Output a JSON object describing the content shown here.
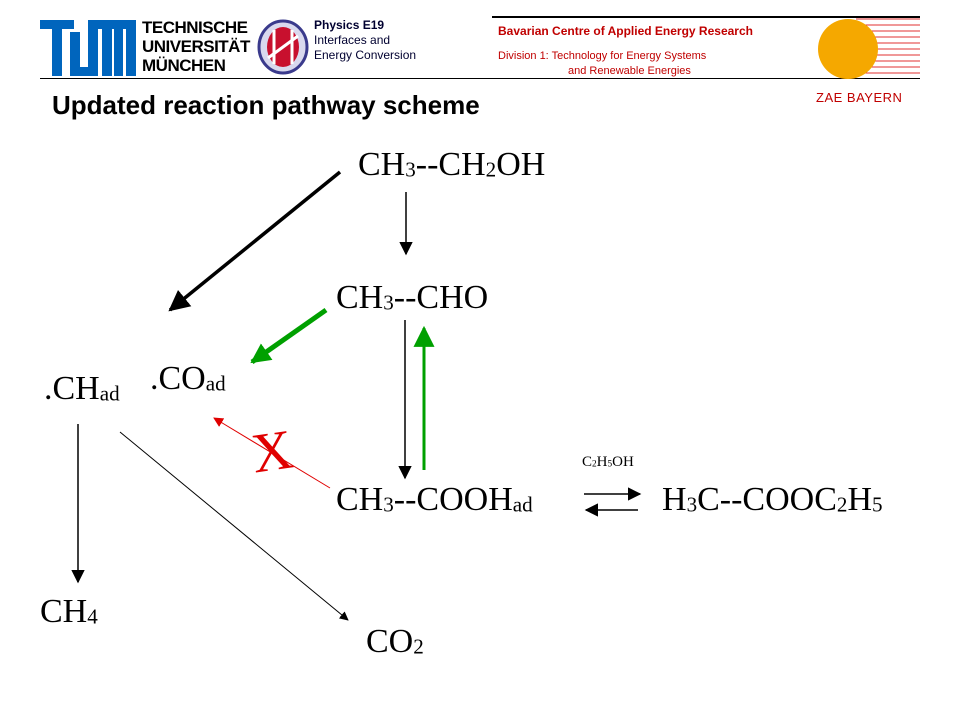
{
  "header": {
    "tum_logo_text": "TUM",
    "uni_line1": "TECHNISCHE",
    "uni_line2": "UNIVERSITÄT",
    "uni_line3": "MÜNCHEN",
    "physics_line1": "Physics E19",
    "physics_line2": "Interfaces and",
    "physics_line3": "Energy Conversion",
    "bavarian_line1": "Bavarian Centre of Applied Energy Research",
    "bavarian_line2": "Division 1: Technology for Energy Systems",
    "bavarian_line3": "and Renewable Energies",
    "zae": "ZAE BAYERN"
  },
  "title": "Updated reaction pathway scheme",
  "species": {
    "ethanol": {
      "a": "CH",
      "s1": "3",
      "b": "--CH",
      "s2": "2",
      "c": "OH"
    },
    "acetaldehyde": {
      "a": "CH",
      "s1": "3",
      "b": "--CHO"
    },
    "ch_ad": {
      "a": ".CH",
      "s1": "ad"
    },
    "co_ad": {
      "a": ".CO",
      "s1": "ad"
    },
    "acetic": {
      "a": "CH",
      "s1": "3",
      "b": "--COOH",
      "s2": "ad"
    },
    "ester": {
      "a": "H",
      "s1": "3",
      "b": "C--COOC",
      "s2": "2",
      "c": "H",
      "s3": "5"
    },
    "ethanol_small": {
      "a": "C",
      "s1": "2",
      "b": "H",
      "s2": "5",
      "c": "OH"
    },
    "methane": {
      "a": "CH",
      "s1": "4"
    },
    "co2": {
      "a": "CO",
      "s1": "2"
    },
    "blocked_mark": "X"
  },
  "colors": {
    "black": "#000000",
    "green": "#00a000",
    "red": "#e00000",
    "sun": "#f5a800",
    "tum_blue": "#0065bd"
  }
}
